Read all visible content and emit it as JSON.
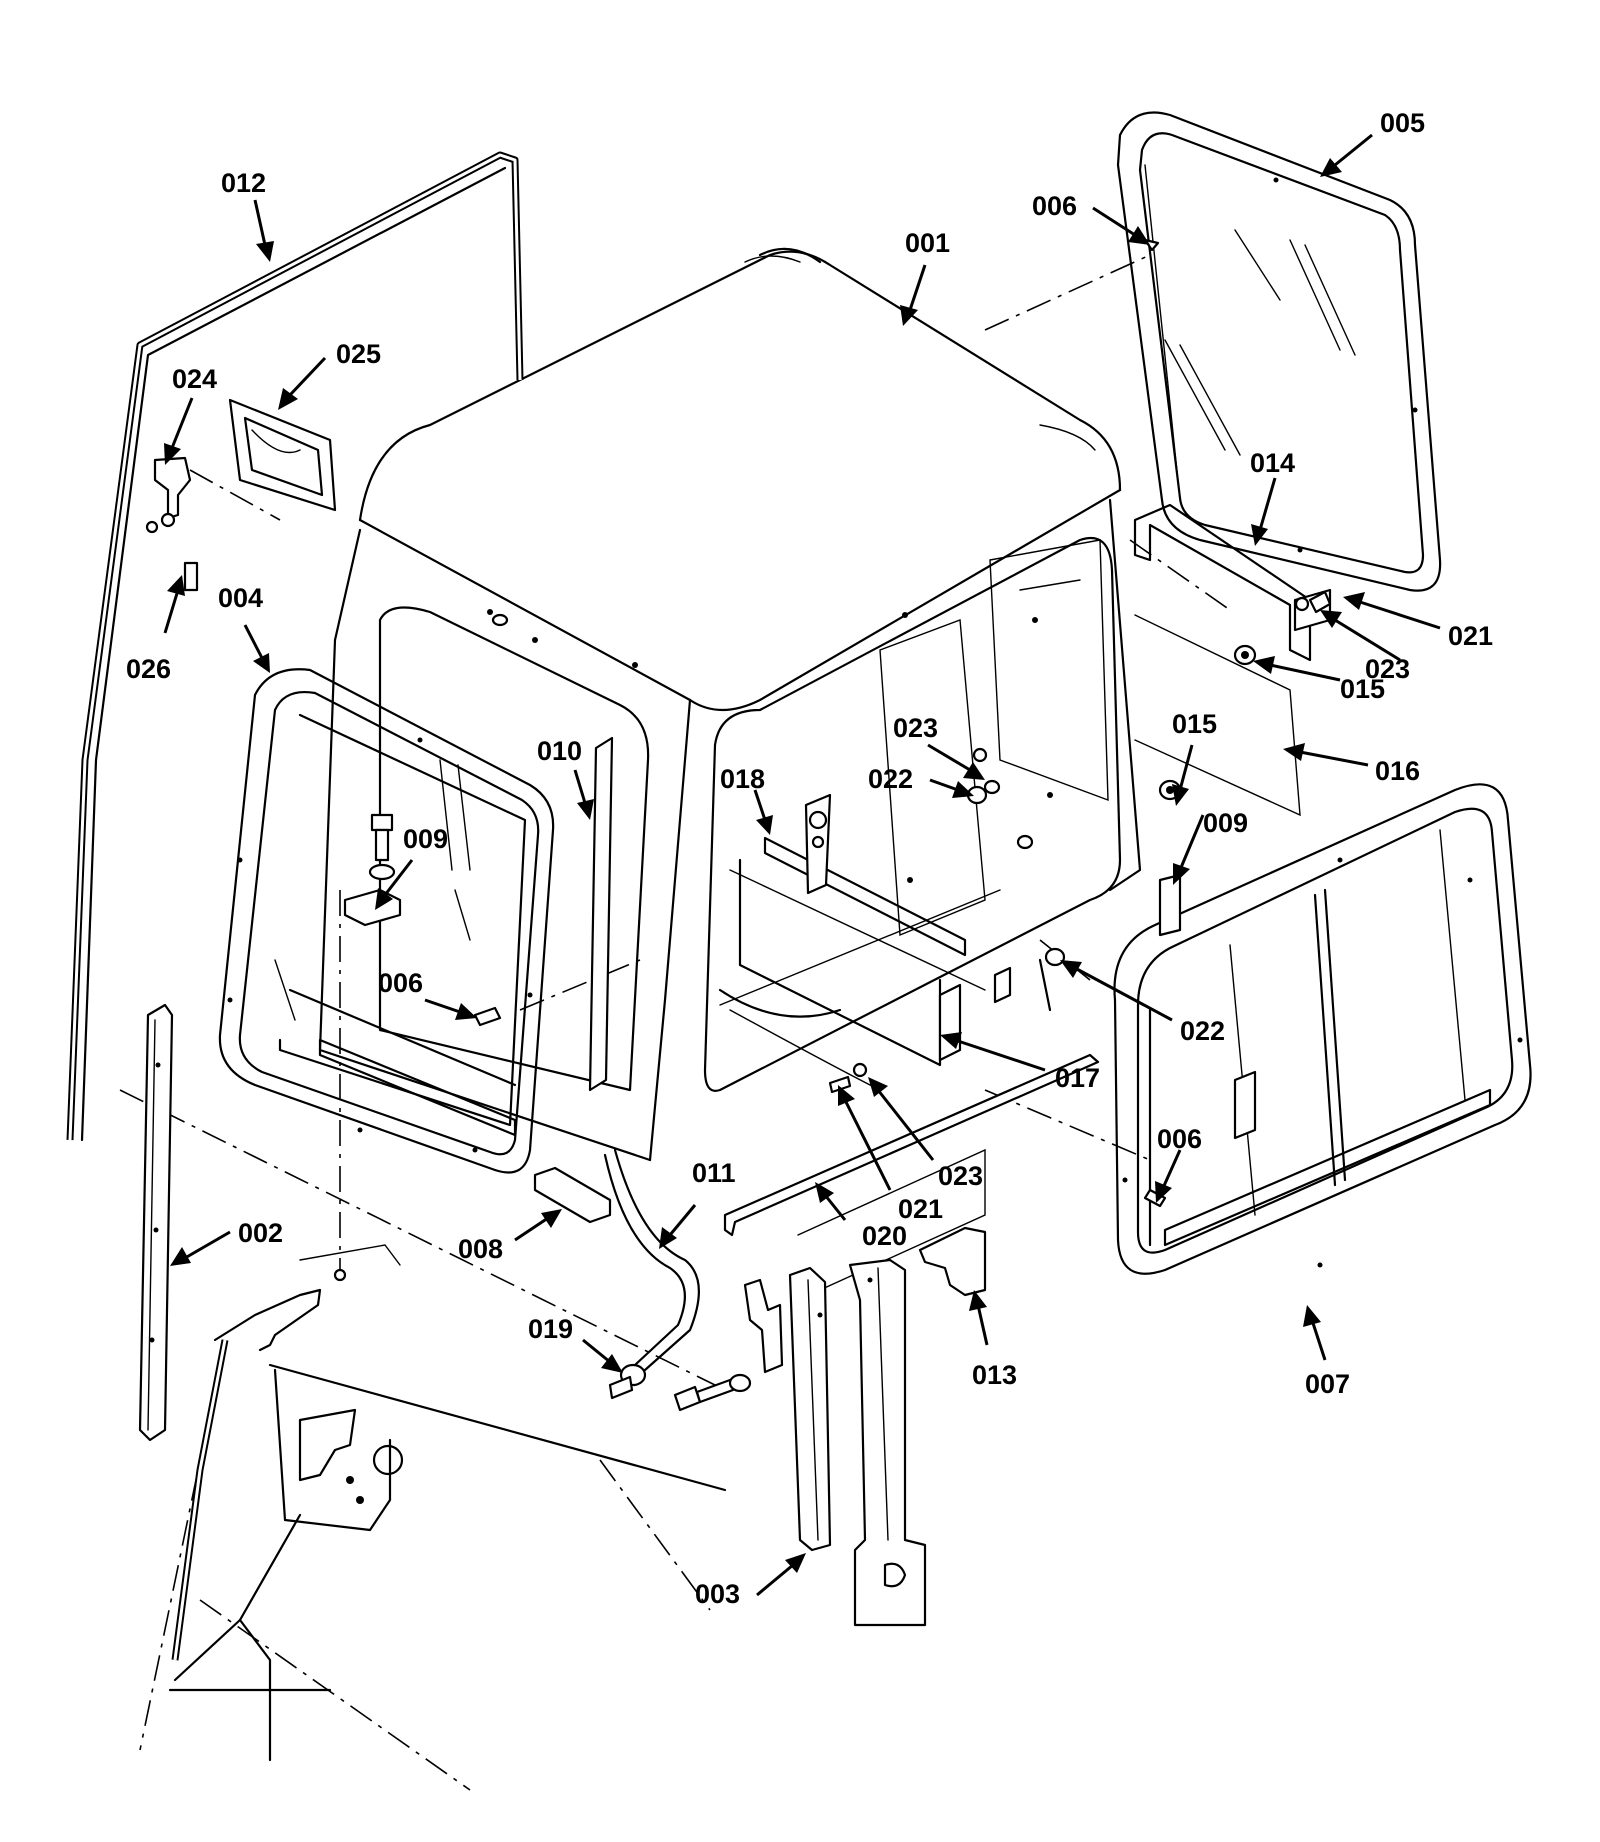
{
  "diagram": {
    "callouts": [
      {
        "id": "c-001",
        "label": "001"
      },
      {
        "id": "c-002",
        "label": "002"
      },
      {
        "id": "c-003",
        "label": "003"
      },
      {
        "id": "c-004",
        "label": "004"
      },
      {
        "id": "c-005",
        "label": "005"
      },
      {
        "id": "c-006a",
        "label": "006"
      },
      {
        "id": "c-006b",
        "label": "006"
      },
      {
        "id": "c-006c",
        "label": "006"
      },
      {
        "id": "c-007",
        "label": "007"
      },
      {
        "id": "c-008",
        "label": "008"
      },
      {
        "id": "c-009a",
        "label": "009"
      },
      {
        "id": "c-009b",
        "label": "009"
      },
      {
        "id": "c-010",
        "label": "010"
      },
      {
        "id": "c-011",
        "label": "011"
      },
      {
        "id": "c-012",
        "label": "012"
      },
      {
        "id": "c-013",
        "label": "013"
      },
      {
        "id": "c-014",
        "label": "014"
      },
      {
        "id": "c-015a",
        "label": "015"
      },
      {
        "id": "c-015b",
        "label": "015"
      },
      {
        "id": "c-016",
        "label": "016"
      },
      {
        "id": "c-017",
        "label": "017"
      },
      {
        "id": "c-018",
        "label": "018"
      },
      {
        "id": "c-019",
        "label": "019"
      },
      {
        "id": "c-020",
        "label": "020"
      },
      {
        "id": "c-021a",
        "label": "021"
      },
      {
        "id": "c-021b",
        "label": "021"
      },
      {
        "id": "c-022a",
        "label": "022"
      },
      {
        "id": "c-022b",
        "label": "022"
      },
      {
        "id": "c-023a",
        "label": "023"
      },
      {
        "id": "c-023b",
        "label": "023"
      },
      {
        "id": "c-023c",
        "label": "023"
      },
      {
        "id": "c-024",
        "label": "024"
      },
      {
        "id": "c-025",
        "label": "025"
      },
      {
        "id": "c-026",
        "label": "026"
      }
    ]
  }
}
